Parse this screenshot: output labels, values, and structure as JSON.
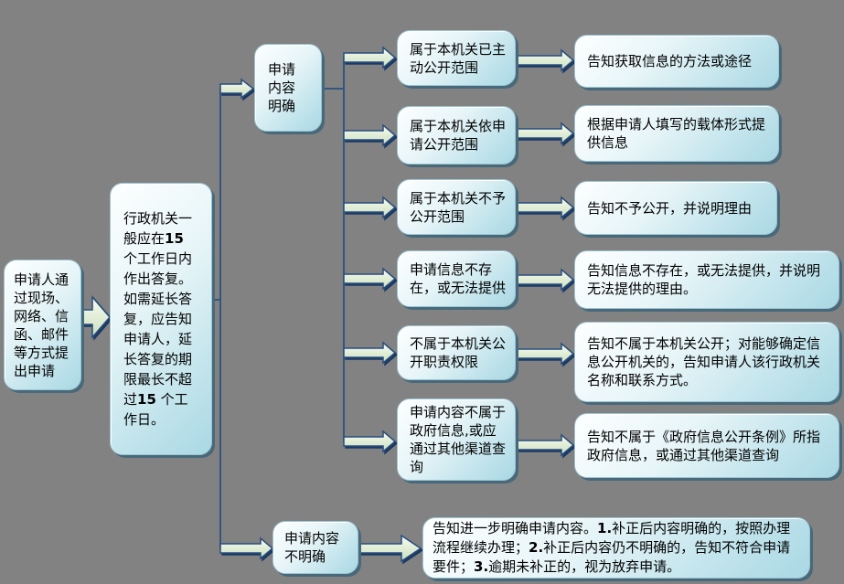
{
  "diagram_title": "government-information-disclosure-application-flowchart",
  "colors": {
    "background": "#828282",
    "box_fill_top": "#fdffff",
    "box_fill_bottom": "#a9d8e4",
    "box_shadow": "#47697a",
    "connector_line": "#33567e",
    "arrow_outline": "#2a4d7e",
    "arrow_fill_top": "#f7fbf2",
    "arrow_fill_bottom": "#c9dfc0"
  },
  "nodes": {
    "applicant": {
      "text": "申请人通过现场、网络、信函、邮件等方式提出申请"
    },
    "reply": {
      "parts": [
        "行政机关一般应在",
        "15",
        " 个工作日内作出答复。\n如需延长答复，应告知申请人，延长答复的期限最长不超过",
        "15",
        " 个工作日。"
      ]
    },
    "content_clear": {
      "text": "申请内容明确"
    },
    "content_unclear": {
      "text": "申请内容不明确"
    },
    "cases": [
      {
        "condition": "属于本机关已主动公开范围",
        "action": "告知获取信息的方法或途径"
      },
      {
        "condition": "属于本机关依申请公开范围",
        "action": "根据申请人填写的载体形式提供信息"
      },
      {
        "condition": "属于本机关不予公开范围",
        "action": "告知不予公开，并说明理由"
      },
      {
        "condition": "申请信息不存在，或无法提供",
        "action": "告知信息不存在，或无法提供，并说明无法提供的理由。"
      },
      {
        "condition": "不属于本机关公开职责权限",
        "action": "告知不属于本机关公开；对能够确定信息公开机关的，告知申请人该行政机关名称和联系方式。"
      },
      {
        "condition": "申请内容不属于政府信息,或应通过其他渠道查询",
        "action": "告知不属于《政府信息公开条例》所指政府信息，或通过其他渠道查询"
      }
    ],
    "unclear_action": {
      "parts": [
        "告知进一步明确申请内容。",
        "1.",
        "补正后内容明确的，按照办理流程继续办理；",
        "2.",
        "补正后内容仍不明确的，告知不符合申请要件；",
        "3.",
        "逾期未补正的，视为放弃申请。"
      ]
    }
  }
}
